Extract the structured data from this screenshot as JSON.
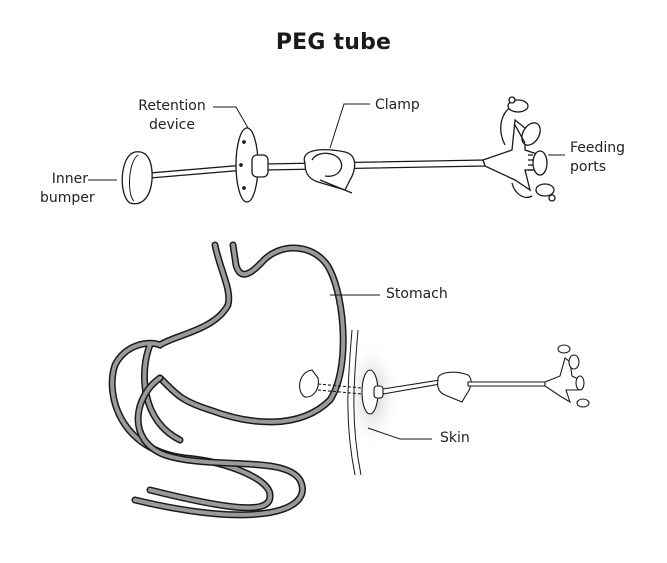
{
  "title": "PEG tube",
  "labels": {
    "retention_device": [
      "Retention",
      "device"
    ],
    "clamp": "Clamp",
    "inner_bumper": [
      "Inner",
      "bumper"
    ],
    "feeding_ports": [
      "Feeding",
      "ports"
    ],
    "stomach": "Stomach",
    "skin": "Skin"
  },
  "colors": {
    "outline": "#1a1a1a",
    "organ_fill": "#9a9a9a",
    "skin_shadow": "#c8c8c8",
    "device_fill": "#ffffff"
  }
}
